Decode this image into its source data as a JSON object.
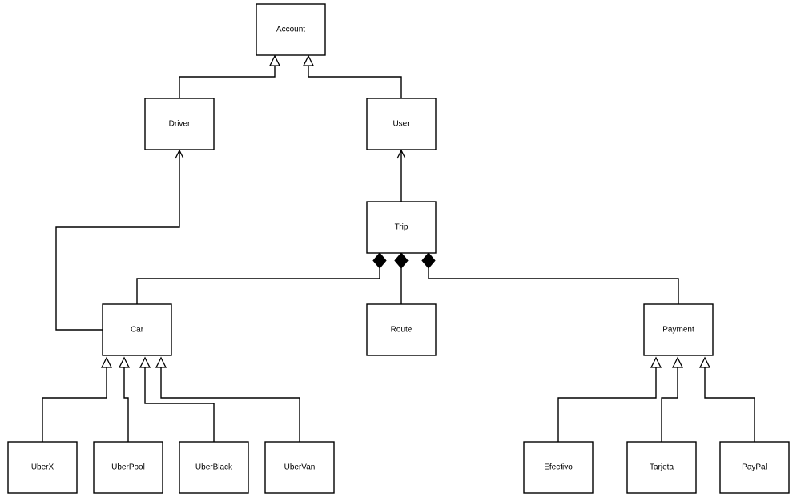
{
  "classes": {
    "account": "Account",
    "driver": "Driver",
    "user": "User",
    "trip": "Trip",
    "car": "Car",
    "route": "Route",
    "payment": "Payment",
    "uberx": "UberX",
    "uberpool": "UberPool",
    "uberblack": "UberBlack",
    "ubervan": "UberVan",
    "efectivo": "Efectivo",
    "tarjeta": "Tarjeta",
    "paypal": "PayPal"
  }
}
